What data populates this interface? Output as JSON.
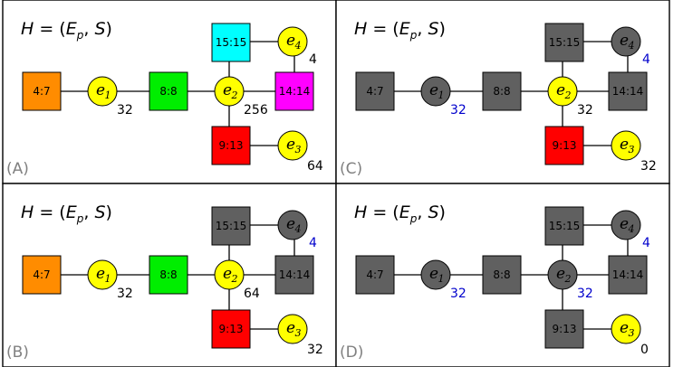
{
  "formula": {
    "prefix": "H = (",
    "e": "E",
    "sub": "p",
    "sep": ", ",
    "s": "S",
    "suffix": ")"
  },
  "colors": {
    "grey": "#606060",
    "orange": "#ff8c00",
    "green": "#00ee00",
    "cyan": "#00ffff",
    "magenta": "#ff00ff",
    "red": "#ff0000",
    "yellow": "#ffff00",
    "weight_default": "#000000",
    "weight_blue": "#0000cc"
  },
  "panels": [
    {
      "label": "(A)",
      "nodes": {
        "b47": {
          "text": "4:7",
          "color": "orange"
        },
        "b88": {
          "text": "8:8",
          "color": "green"
        },
        "b1515": {
          "text": "15:15",
          "color": "cyan"
        },
        "b1414": {
          "text": "14:14",
          "color": "magenta"
        },
        "b913": {
          "text": "9:13",
          "color": "red"
        },
        "e1": {
          "sym": "e",
          "sub": "1",
          "color": "yellow"
        },
        "e2": {
          "sym": "e",
          "sub": "2",
          "color": "yellow"
        },
        "e3": {
          "sym": "e",
          "sub": "3",
          "color": "yellow"
        },
        "e4": {
          "sym": "e",
          "sub": "4",
          "color": "yellow"
        }
      },
      "weights": {
        "e1": {
          "text": "32",
          "color": "weight_default"
        },
        "e2": {
          "text": "256",
          "color": "weight_default"
        },
        "e3": {
          "text": "64",
          "color": "weight_default"
        },
        "e4": {
          "text": "4",
          "color": "weight_default"
        }
      }
    },
    {
      "label": "(C)",
      "nodes": {
        "b47": {
          "text": "4:7",
          "color": "grey"
        },
        "b88": {
          "text": "8:8",
          "color": "grey"
        },
        "b1515": {
          "text": "15:15",
          "color": "grey"
        },
        "b1414": {
          "text": "14:14",
          "color": "grey"
        },
        "b913": {
          "text": "9:13",
          "color": "red"
        },
        "e1": {
          "sym": "e",
          "sub": "1",
          "color": "grey"
        },
        "e2": {
          "sym": "e",
          "sub": "2",
          "color": "yellow"
        },
        "e3": {
          "sym": "e",
          "sub": "3",
          "color": "yellow"
        },
        "e4": {
          "sym": "e",
          "sub": "4",
          "color": "grey"
        }
      },
      "weights": {
        "e1": {
          "text": "32",
          "color": "weight_blue"
        },
        "e2": {
          "text": "32",
          "color": "weight_default"
        },
        "e3": {
          "text": "32",
          "color": "weight_default"
        },
        "e4": {
          "text": "4",
          "color": "weight_blue"
        }
      }
    },
    {
      "label": "(B)",
      "nodes": {
        "b47": {
          "text": "4:7",
          "color": "orange"
        },
        "b88": {
          "text": "8:8",
          "color": "green"
        },
        "b1515": {
          "text": "15:15",
          "color": "grey"
        },
        "b1414": {
          "text": "14:14",
          "color": "grey"
        },
        "b913": {
          "text": "9:13",
          "color": "red"
        },
        "e1": {
          "sym": "e",
          "sub": "1",
          "color": "yellow"
        },
        "e2": {
          "sym": "e",
          "sub": "2",
          "color": "yellow"
        },
        "e3": {
          "sym": "e",
          "sub": "3",
          "color": "yellow"
        },
        "e4": {
          "sym": "e",
          "sub": "4",
          "color": "grey"
        }
      },
      "weights": {
        "e1": {
          "text": "32",
          "color": "weight_default"
        },
        "e2": {
          "text": "64",
          "color": "weight_default"
        },
        "e3": {
          "text": "32",
          "color": "weight_default"
        },
        "e4": {
          "text": "4",
          "color": "weight_blue"
        }
      }
    },
    {
      "label": "(D)",
      "nodes": {
        "b47": {
          "text": "4:7",
          "color": "grey"
        },
        "b88": {
          "text": "8:8",
          "color": "grey"
        },
        "b1515": {
          "text": "15:15",
          "color": "grey"
        },
        "b1414": {
          "text": "14:14",
          "color": "grey"
        },
        "b913": {
          "text": "9:13",
          "color": "grey"
        },
        "e1": {
          "sym": "e",
          "sub": "1",
          "color": "grey"
        },
        "e2": {
          "sym": "e",
          "sub": "2",
          "color": "grey"
        },
        "e3": {
          "sym": "e",
          "sub": "3",
          "color": "yellow"
        },
        "e4": {
          "sym": "e",
          "sub": "4",
          "color": "grey"
        }
      },
      "weights": {
        "e1": {
          "text": "32",
          "color": "weight_blue"
        },
        "e2": {
          "text": "32",
          "color": "weight_blue"
        },
        "e3": {
          "text": "0",
          "color": "weight_default"
        },
        "e4": {
          "text": "4",
          "color": "weight_blue"
        }
      }
    }
  ]
}
